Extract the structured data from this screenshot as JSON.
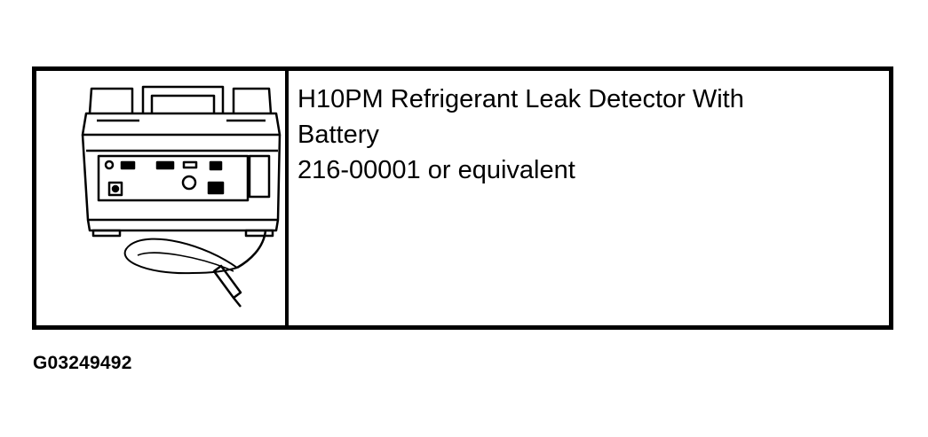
{
  "tool": {
    "name_line1": "H10PM Refrigerant Leak Detector With",
    "name_line2": "Battery",
    "part_number": "216-00001 or equivalent",
    "illustration_icon": "leak-detector-icon"
  },
  "figure": {
    "id": "G03249492"
  }
}
